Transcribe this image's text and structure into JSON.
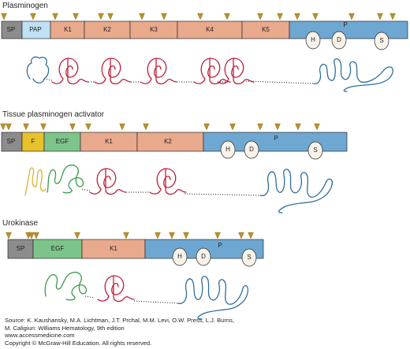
{
  "colors": {
    "signal": "#8c8c8c",
    "pap": "#bfe0f5",
    "kringle": "#e8a98d",
    "protease": "#6ea7d1",
    "growth_factor": "#7dc48a",
    "fibronectin": "#e7c22b",
    "cleavage_marker": "#b8902b",
    "loop_kringle": "#c0203a",
    "loop_protease": "#2f6e9a",
    "loop_egf": "#3a9a4a",
    "loop_finger": "#d8b23a"
  },
  "marker_icon": "triangle-down-icon",
  "proteins": [
    {
      "title": "Plasminogen",
      "domains": [
        {
          "label": "SP",
          "type": "signal"
        },
        {
          "label": "PAP",
          "type": "pap"
        },
        {
          "label": "K1",
          "type": "kringle"
        },
        {
          "label": "K2",
          "type": "kringle"
        },
        {
          "label": "K3",
          "type": "kringle"
        },
        {
          "label": "K4",
          "type": "kringle"
        },
        {
          "label": "K5",
          "type": "kringle"
        },
        {
          "label": "P",
          "type": "protease"
        }
      ],
      "catalytic": [
        "H",
        "D",
        "S"
      ]
    },
    {
      "title": "Tissue plasminogen activator",
      "domains": [
        {
          "label": "SP",
          "type": "signal"
        },
        {
          "label": "F",
          "type": "fibronectin"
        },
        {
          "label": "EGF",
          "type": "growth_factor"
        },
        {
          "label": "K1",
          "type": "kringle"
        },
        {
          "label": "K2",
          "type": "kringle"
        },
        {
          "label": "P",
          "type": "protease"
        }
      ],
      "catalytic": [
        "H",
        "D",
        "S"
      ]
    },
    {
      "title": "Urokinase",
      "domains": [
        {
          "label": "SP",
          "type": "signal"
        },
        {
          "label": "EGF",
          "type": "growth_factor"
        },
        {
          "label": "K1",
          "type": "kringle"
        },
        {
          "label": "P",
          "type": "protease"
        }
      ],
      "catalytic": [
        "H",
        "D",
        "S"
      ]
    }
  ],
  "source": {
    "line1": "Source: K. Kaushansky, M.A. Lichtman, J.T. Prchal, M.M. Levi, O.W. Press, L.J. Burns,",
    "line2": "M. Caligiuri: Williams Hematology, 9th edition",
    "line3": "www.accessmedicine.com",
    "line4": "Copyright © McGraw-Hill Education.  All rights reserved."
  }
}
